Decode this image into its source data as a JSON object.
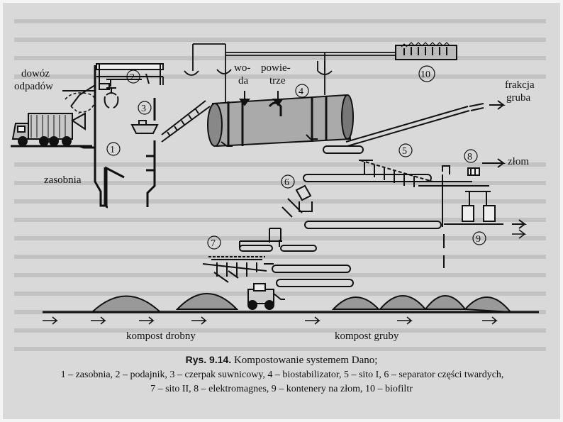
{
  "labels": {
    "delivery": [
      "dowóz",
      "odpadów"
    ],
    "bunker": "zasobnia",
    "water": [
      "wo-",
      "da"
    ],
    "air": [
      "powie-",
      "trze"
    ],
    "coarse_fraction": [
      "frakcja",
      "gruba"
    ],
    "scrap": "złom",
    "fine_compost": "kompost drobny",
    "coarse_compost": "kompost gruby"
  },
  "markers": [
    "1",
    "2",
    "3",
    "4",
    "5",
    "6",
    "7",
    "8",
    "9",
    "10"
  ],
  "caption": {
    "figure_number": "Rys. 9.14.",
    "title": "Kompostowanie systemem Dano;",
    "legend_line1": "1 – zasobnia, 2 – podajnik, 3 – czerpak suwnicowy, 4 – biostabilizator, 5 – sito I, 6 – separator części twardych,",
    "legend_line2": "7 – sito II, 8 – elektromagnes, 9 – kontenery na złom, 10 – biofiltr"
  },
  "colors": {
    "ink": "#111111",
    "paper": "#d9d9d9",
    "bleed": "#8a8a8a"
  }
}
